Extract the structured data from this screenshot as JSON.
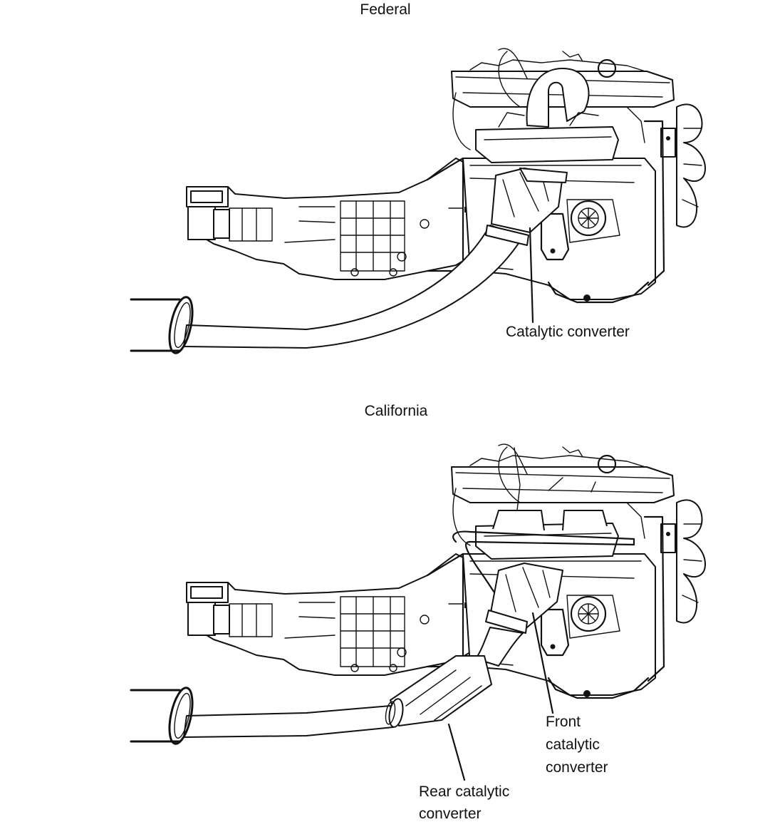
{
  "federal": {
    "title": "Federal",
    "catalytic_converter_label": "Catalytic converter"
  },
  "california": {
    "title": "California",
    "front_label_line1": "Front",
    "front_label_line2": "catalytic",
    "front_label_line3": "converter",
    "rear_label_line1": "Rear catalytic",
    "rear_label_line2": "converter"
  }
}
